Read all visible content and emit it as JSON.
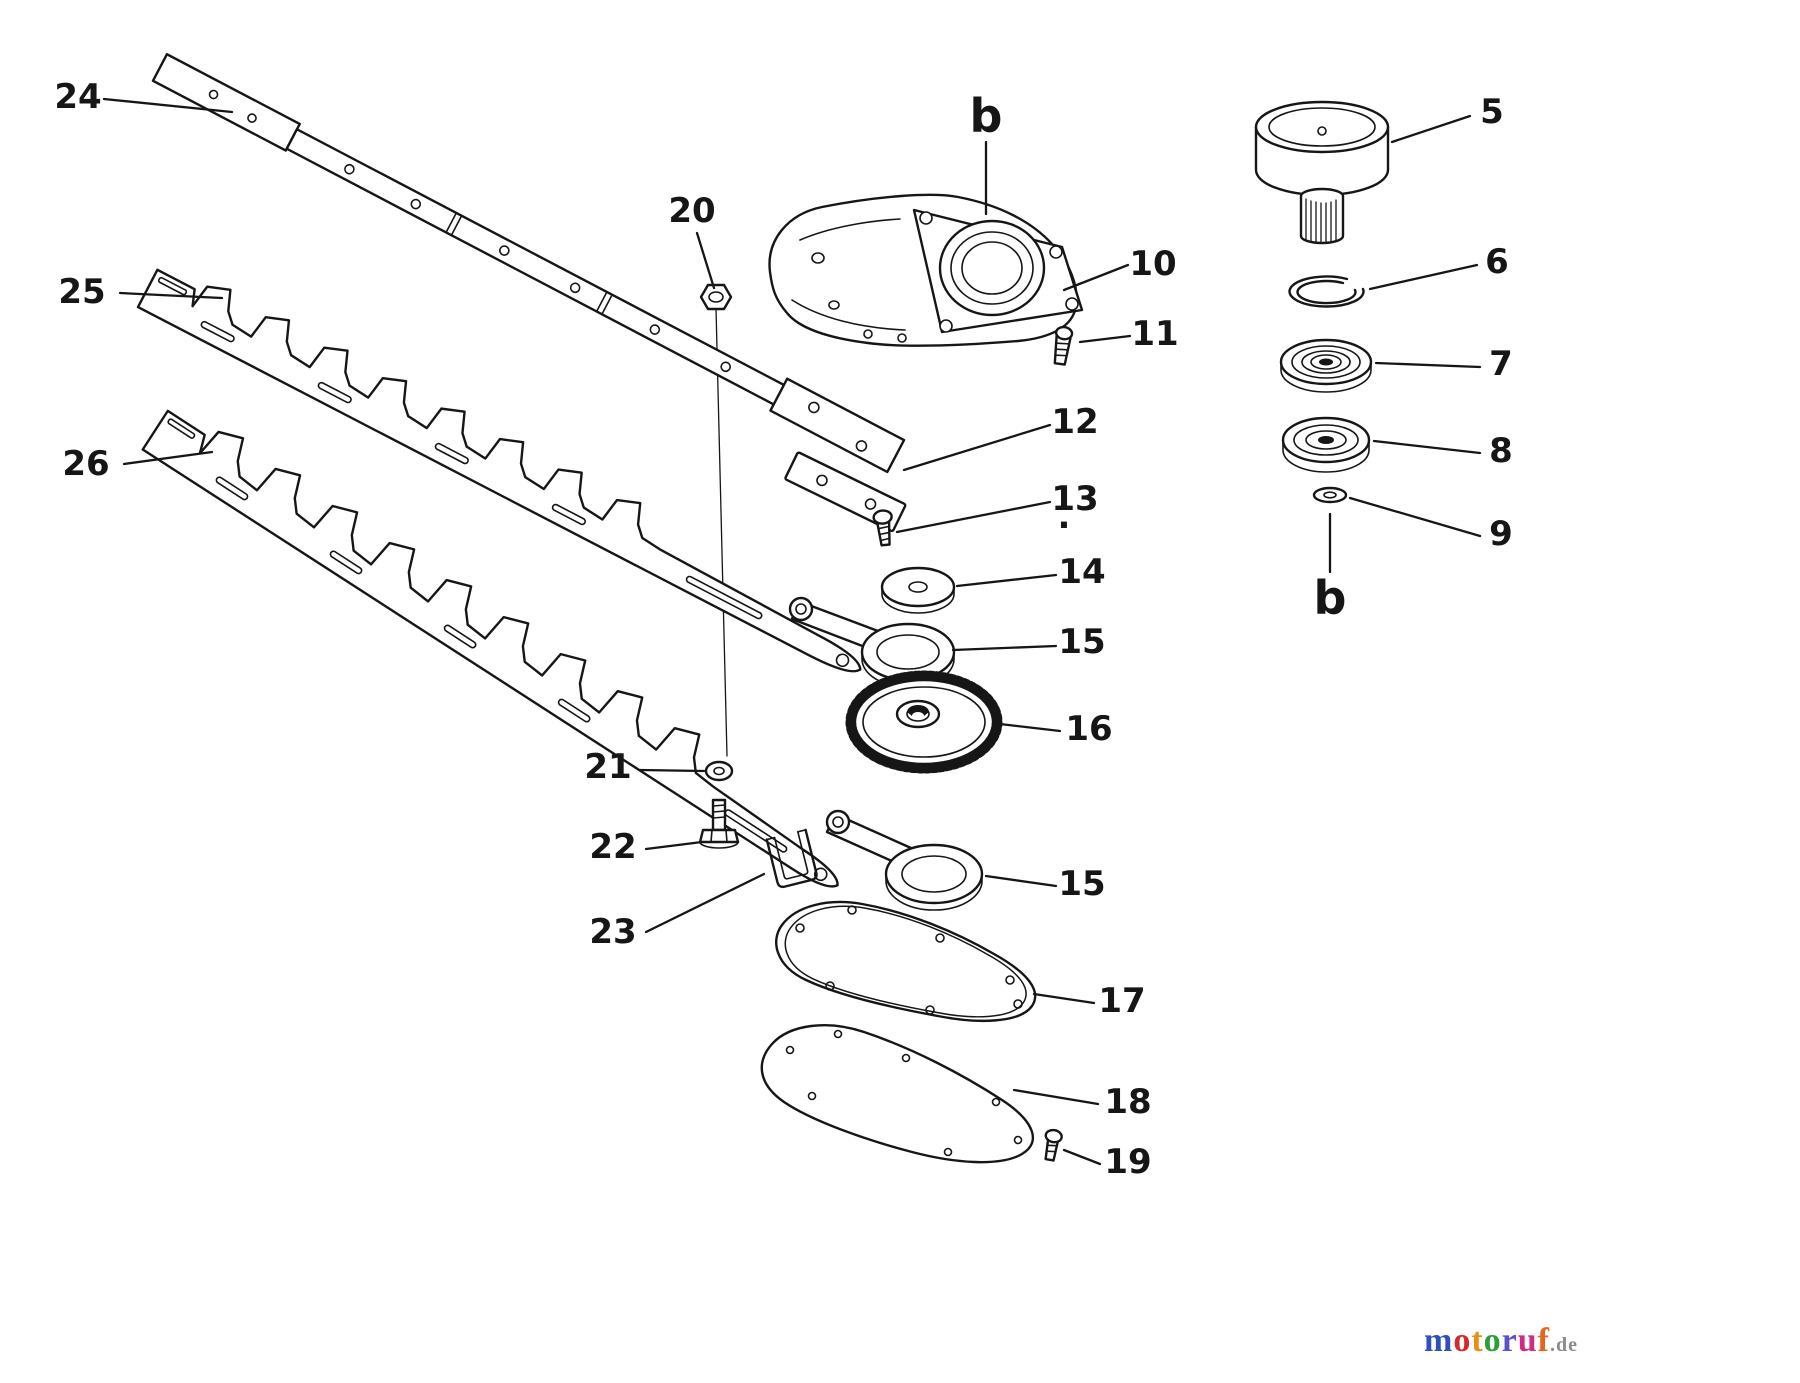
{
  "figure": {
    "bg": "#ffffff",
    "ink": "#161616"
  },
  "callouts": {
    "p24": "24",
    "p25": "25",
    "p26": "26",
    "p20": "20",
    "b_top": "b",
    "p10": "10",
    "p11": "11",
    "p12": "12",
    "p13": "13",
    "p14": "14",
    "p15a": "15",
    "p16": "16",
    "p21": "21",
    "p22": "22",
    "p23": "23",
    "p15b": "15",
    "p17": "17",
    "p18": "18",
    "p19": "19",
    "p5": "5",
    "p6": "6",
    "p7": "7",
    "p8": "8",
    "p9": "9",
    "b_bottom": "b",
    "dot": "."
  },
  "watermark": {
    "letters": [
      {
        "ch": "m",
        "color": "#2e4fbe"
      },
      {
        "ch": "o",
        "color": "#d42a2a"
      },
      {
        "ch": "t",
        "color": "#e89014"
      },
      {
        "ch": "o",
        "color": "#2e9e38"
      },
      {
        "ch": "r",
        "color": "#5a51c9"
      },
      {
        "ch": "u",
        "color": "#d42a86"
      },
      {
        "ch": "f",
        "color": "#e8641a"
      }
    ],
    "suffix": ".de",
    "suffix_color": "#8a8a8a"
  }
}
